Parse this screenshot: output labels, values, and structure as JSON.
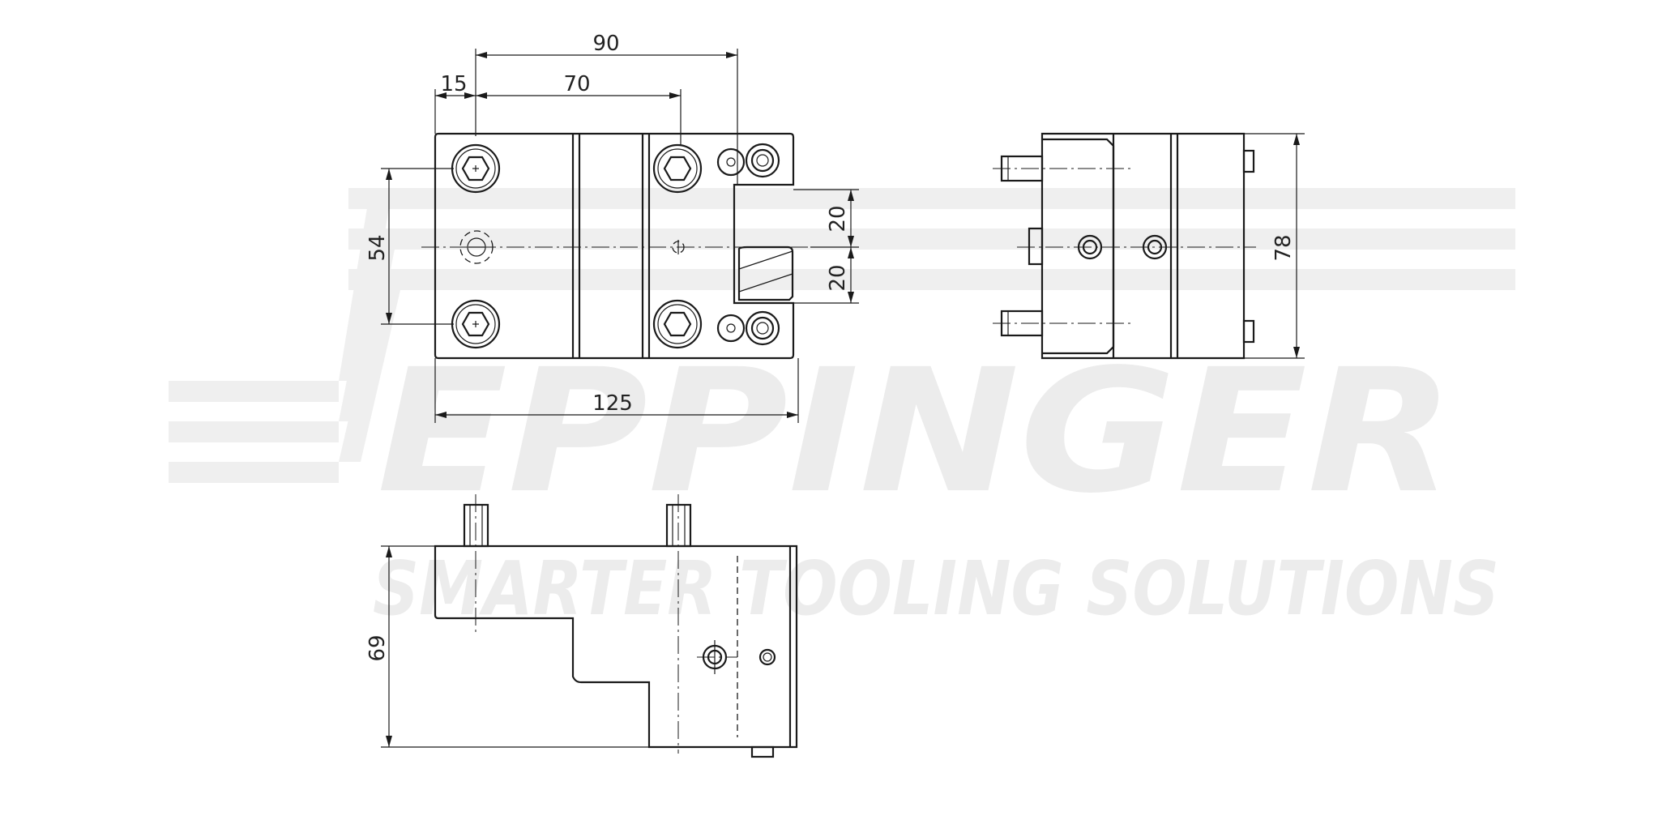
{
  "watermark": {
    "brand": "EPPINGER",
    "tagline": "SMARTER TOOLING SOLUTIONS",
    "color": "#ececec"
  },
  "dimensions": {
    "top_width_90": "90",
    "offset_15": "15",
    "spacing_70": "70",
    "height_54": "54",
    "slot_upper_20": "20",
    "slot_lower_20": "20",
    "overall_125": "125",
    "side_height_78": "78",
    "front_height_69": "69"
  }
}
